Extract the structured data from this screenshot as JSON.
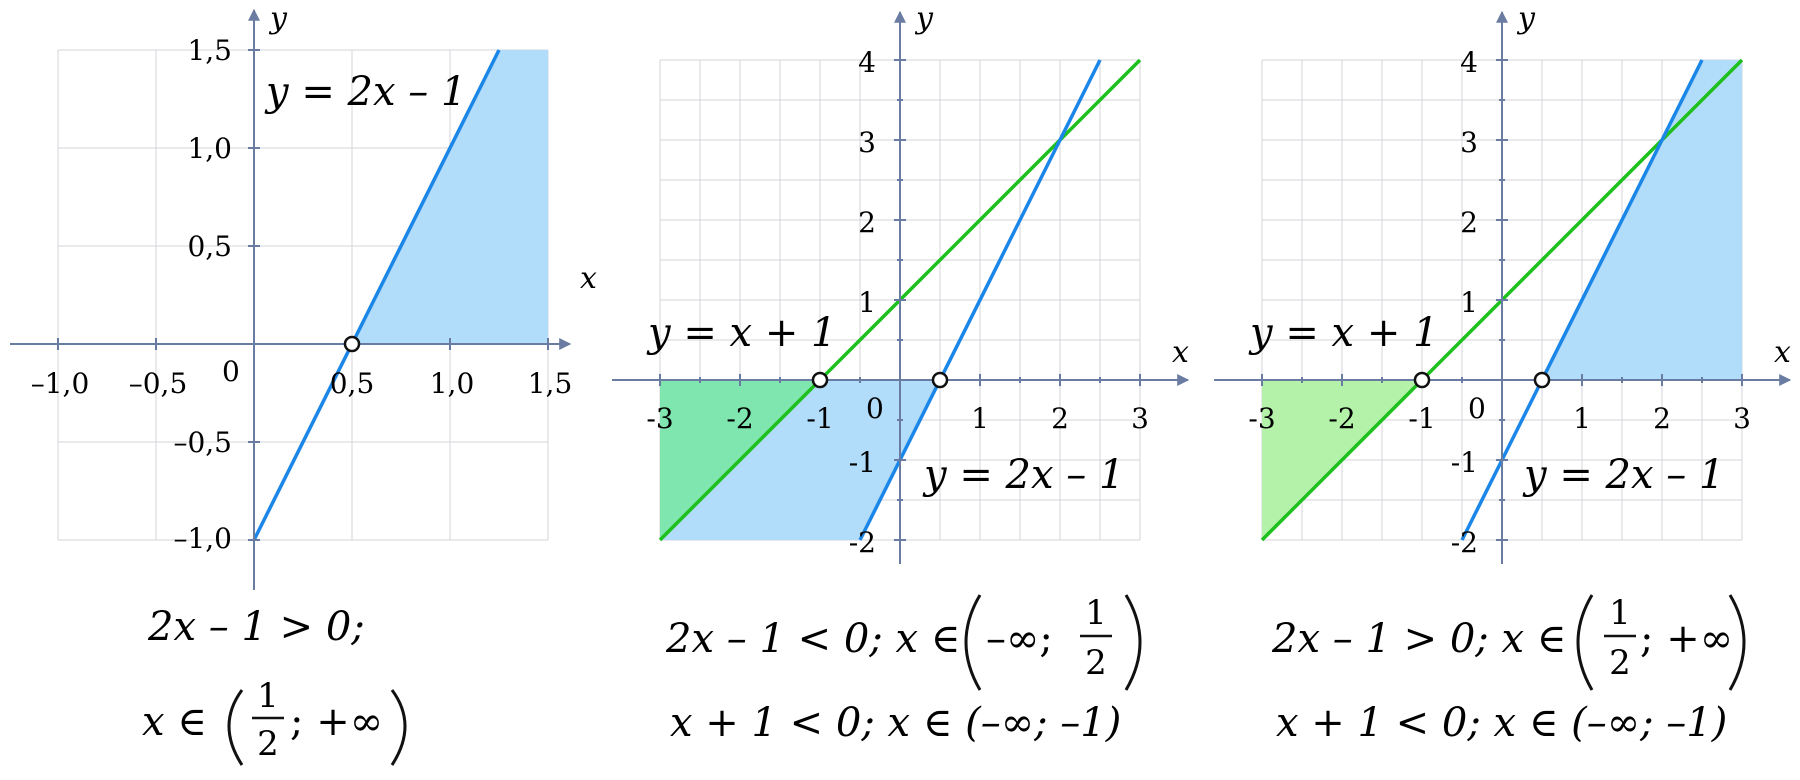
{
  "colors": {
    "axis": "#6b7ca3",
    "grid": "#d4d6da",
    "blue_line": "#1a86e8",
    "green_line": "#1ec01e",
    "blue_fill": "#b1dcfa",
    "green_fill_dark": "#7ee6ae",
    "green_fill_light": "#b4f2aa",
    "text": "#111111"
  },
  "panels": [
    {
      "id": "left",
      "x_axis_label": "x",
      "y_axis_label": "y",
      "origin_label": "0",
      "x_tick_labels": [
        "–1,0",
        "–0,5",
        "0,5",
        "1,0",
        "1,5"
      ],
      "y_tick_labels": [
        "1,5",
        "1,0",
        "0,5",
        "–0,5",
        "–1,0"
      ],
      "line_labels": [
        "y = 2x – 1"
      ],
      "shaded_region": "2x – 1 > 0",
      "formula_line_1": "2x – 1 > 0;",
      "formula_line_2_prefix": "x ∈",
      "formula_fraction_num": "1",
      "formula_fraction_den": "2",
      "formula_line_2_suffix": "; +∞"
    },
    {
      "id": "middle",
      "x_axis_label": "x",
      "y_axis_label": "y",
      "origin_label": "0",
      "x_tick_labels": [
        "-3",
        "-2",
        "-1",
        "1",
        "2",
        "3"
      ],
      "y_tick_labels": [
        "4",
        "3",
        "2",
        "1",
        "-1",
        "-2"
      ],
      "line_labels": [
        "y = x + 1",
        "y = 2x – 1"
      ],
      "formula_line_1_prefix": "2x – 1 < 0; x ∈",
      "formula_line_1_interval": "–∞;",
      "formula_fraction_num": "1",
      "formula_fraction_den": "2",
      "formula_line_2": "x + 1 < 0; x ∈  (–∞; –1)"
    },
    {
      "id": "right",
      "x_axis_label": "x",
      "y_axis_label": "y",
      "origin_label": "0",
      "x_tick_labels": [
        "-3",
        "-2",
        "-1",
        "1",
        "2",
        "3"
      ],
      "y_tick_labels": [
        "4",
        "3",
        "2",
        "1",
        "-1",
        "-2"
      ],
      "line_labels": [
        "y = x + 1",
        "y = 2x – 1"
      ],
      "formula_line_1_prefix": "2x – 1 > 0; x ∈",
      "formula_fraction_num": "1",
      "formula_fraction_den": "2",
      "formula_line_1_suffix": "; +∞",
      "formula_line_2": "x + 1 < 0; x ∈  (–∞; –1)"
    }
  ]
}
